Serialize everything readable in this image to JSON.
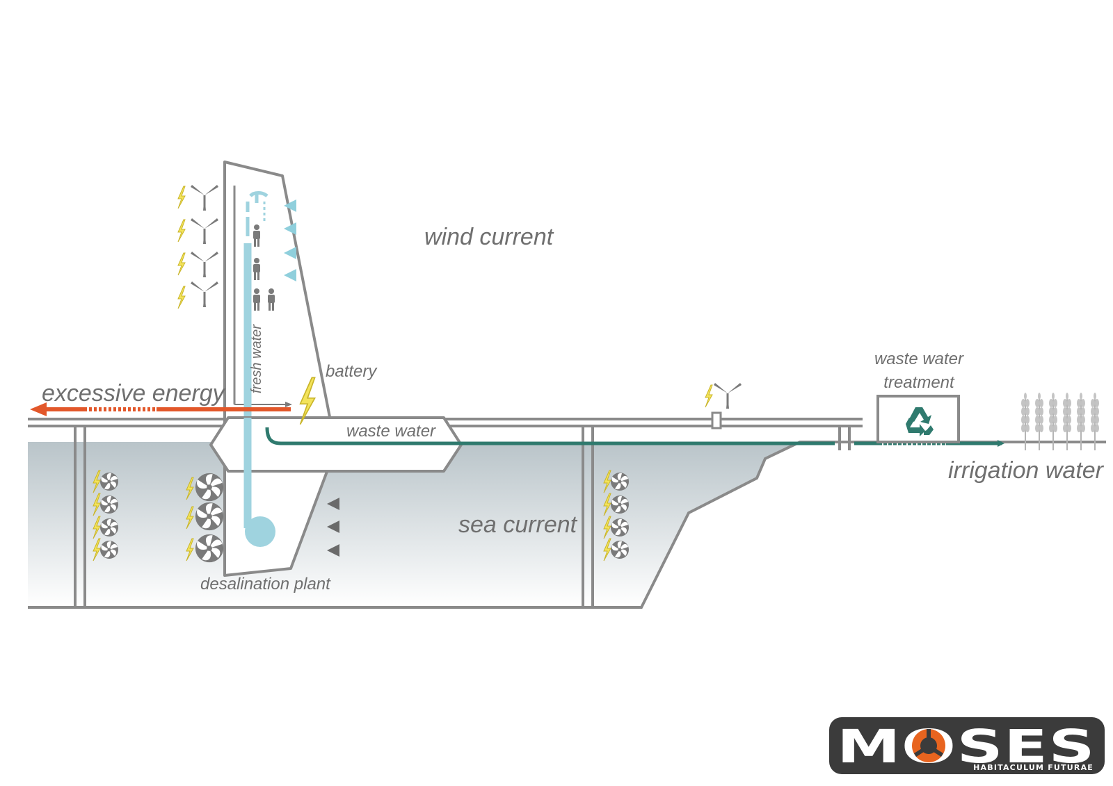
{
  "labels": {
    "wind_current": "wind current",
    "excessive_energy": "excessive energy",
    "battery": "battery",
    "fresh_water": "fresh water",
    "waste_water": "waste water",
    "waste_water_treatment_line1": "waste water",
    "waste_water_treatment_line2": "treatment",
    "irrigation_water": "irrigation water",
    "sea_current": "sea current",
    "desalination_plant": "desalination plant"
  },
  "logo": {
    "name": "MOSES",
    "tagline": "HABITACULUM FUTURAE"
  },
  "colors": {
    "structure": "#8a8a8a",
    "fresh_water": "#9fd3df",
    "waste_water": "#2f7a6e",
    "excess_energy": "#e2572a",
    "sea_current": "#6e6e6e",
    "lightning": "#f3e35a",
    "logo_accent": "#e8641f"
  },
  "icons": [
    "wind-turbine-icon",
    "lightning-icon",
    "turbine-fan-icon",
    "person-icon",
    "recycle-icon",
    "wheat-icon"
  ]
}
